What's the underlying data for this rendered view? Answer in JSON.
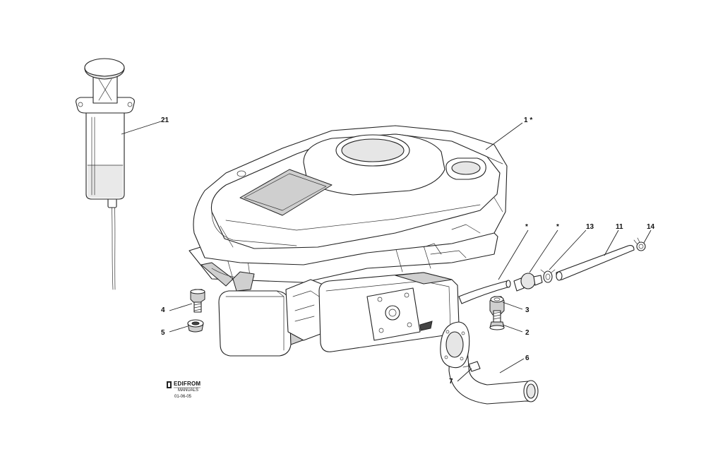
{
  "callouts": [
    {
      "id": "syringe",
      "label": "21"
    },
    {
      "id": "engine",
      "label": "1 *"
    },
    {
      "id": "star-a",
      "label": "*"
    },
    {
      "id": "star-b",
      "label": "*"
    },
    {
      "id": "clamp",
      "label": "13"
    },
    {
      "id": "hose",
      "label": "11"
    },
    {
      "id": "clip",
      "label": "14"
    },
    {
      "id": "nut",
      "label": "3"
    },
    {
      "id": "bolt-right",
      "label": "2"
    },
    {
      "id": "exhaust-pipe",
      "label": "6"
    },
    {
      "id": "pipe-bolt",
      "label": "7"
    },
    {
      "id": "bolt-left",
      "label": "4"
    },
    {
      "id": "washer",
      "label": "5"
    }
  ],
  "logo": {
    "brand": "EDIFROM",
    "tagline": "MANUALS",
    "code": "01-06-05"
  }
}
